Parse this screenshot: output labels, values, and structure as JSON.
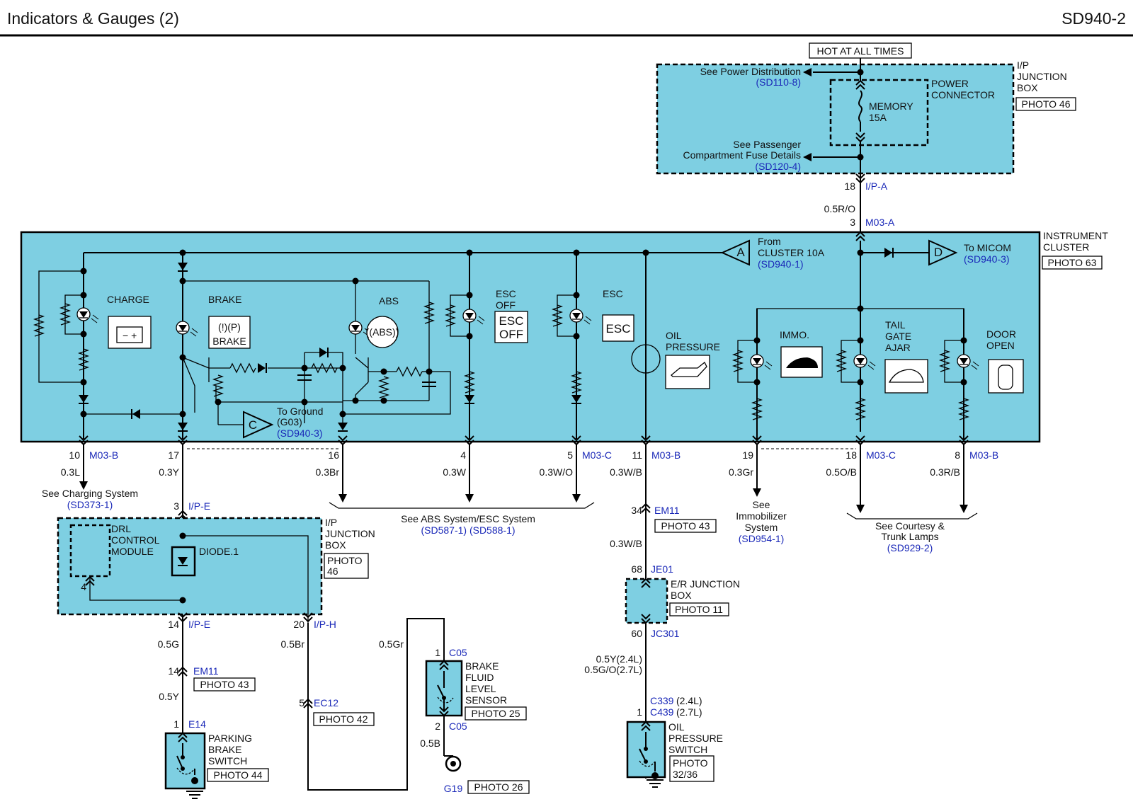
{
  "header": {
    "title": "Indicators & Gauges   (2)",
    "code": "SD940-2"
  },
  "top": {
    "hot": "HOT AT ALL TIMES",
    "ipjb": [
      "I/P",
      "JUNCTION",
      "BOX"
    ],
    "ipjb_photo": "PHOTO 46",
    "power_dist": "See Power Distribution",
    "power_dist_ref": "(SD110-8)",
    "power_conn": [
      "POWER",
      "CONNECTOR"
    ],
    "fuse": [
      "MEMORY",
      "15A"
    ],
    "pass_fuse": [
      "See Passenger",
      "Compartment Fuse Details"
    ],
    "pass_fuse_ref": "(SD120-4)",
    "pin_18": "18",
    "conn_ipa": "I/P-A",
    "wire_05ro": "0.5R/O",
    "pin_3": "3",
    "conn_m03a": "M03-A"
  },
  "cluster": {
    "name": [
      "INSTRUMENT",
      "CLUSTER"
    ],
    "photo": "PHOTO 63",
    "from_a": "A",
    "from_label": [
      "From",
      "CLUSTER 10A"
    ],
    "from_ref": "(SD940-1)",
    "to_d": "D",
    "to_label": "To MICOM",
    "to_ref": "(SD940-3)",
    "to_c": "C",
    "to_ground": [
      "To Ground",
      "(G03)"
    ],
    "to_ground_ref": "(SD940-3)",
    "charge": "CHARGE",
    "brake": "BRAKE",
    "brake_icon_text": "(!)(P)",
    "brake_icon_label": "BRAKE",
    "abs": "ABS",
    "abs_icon_text": "((ABS))",
    "esc_off": [
      "ESC",
      "OFF"
    ],
    "esc_off_icon": [
      "ESC",
      "OFF"
    ],
    "esc": "ESC",
    "esc_icon": "ESC",
    "oil": [
      "OIL",
      "PRESSURE"
    ],
    "immo": "IMMO.",
    "tailgate": [
      "TAIL",
      "GATE",
      "AJAR"
    ],
    "door": [
      "DOOR",
      "OPEN"
    ]
  },
  "pins": [
    {
      "pin": "10",
      "conn": "M03-B",
      "wire": "0.3L"
    },
    {
      "pin": "17",
      "conn": "",
      "wire": "0.3Y"
    },
    {
      "pin": "16",
      "conn": "",
      "wire": "0.3Br"
    },
    {
      "pin": "4",
      "conn": "",
      "wire": "0.3W"
    },
    {
      "pin": "5",
      "conn": "M03-C",
      "wire": "0.3W/O"
    },
    {
      "pin": "11",
      "conn": "M03-B",
      "wire": "0.3W/B"
    },
    {
      "pin": "19",
      "conn": "",
      "wire": "0.3Gr"
    },
    {
      "pin": "18",
      "conn": "M03-C",
      "wire": "0.5O/B"
    },
    {
      "pin": "8",
      "conn": "M03-B",
      "wire": "0.3R/B"
    }
  ],
  "refs": {
    "charging": "See Charging System",
    "charging_ref": "(SD373-1)",
    "abs_esc": "See ABS System/ESC System",
    "abs_esc_ref": "(SD587-1) (SD588-1)",
    "immobilizer": [
      "See",
      "Immobilizer",
      "System"
    ],
    "immobilizer_ref": "(SD954-1)",
    "courtesy": [
      "See Courtesy &",
      "Trunk Lamps"
    ],
    "courtesy_ref": "(SD929-2)"
  },
  "lower_left": {
    "pin3": "3",
    "conn_ipe": "I/P-E",
    "ipjb": [
      "I/P",
      "JUNCTION",
      "BOX"
    ],
    "ipjb_photo": [
      "PHOTO",
      "46"
    ],
    "drl": [
      "DRL",
      "CONTROL",
      "MODULE"
    ],
    "diode": "DIODE.1",
    "pin4": "4",
    "pin14": "14",
    "conn_ipe2": "I/P-E",
    "pin20": "20",
    "conn_iph": "I/P-H",
    "wire_05g": "0.5G",
    "wire_05br": "0.5Br",
    "pin14b": "14",
    "em11": "EM11",
    "photo43": "PHOTO 43",
    "wire_05y": "0.5Y",
    "pin1": "1",
    "e14": "E14",
    "pbs": [
      "PARKING",
      "BRAKE",
      "SWITCH"
    ],
    "pbs_photo": "PHOTO 44",
    "pin5": "5",
    "ec12": "EC12",
    "photo42": "PHOTO 42",
    "wire_05gr": "0.5Gr",
    "pin1c": "1",
    "c05": "C05",
    "bfl": [
      "BRAKE",
      "FLUID",
      "LEVEL",
      "SENSOR"
    ],
    "bfl_photo": "PHOTO 25",
    "pin2c": "2",
    "c05b": "C05",
    "wire_05b": "0.5B",
    "g19": "G19",
    "g19_photo": "PHOTO 26"
  },
  "lower_right": {
    "pin34": "34",
    "em11": "EM11",
    "photo43": "PHOTO 43",
    "wire_03wb": "0.3W/B",
    "pin68": "68",
    "je01": "JE01",
    "erjb": [
      "E/R JUNCTION",
      "BOX"
    ],
    "erjb_photo": "PHOTO 11",
    "pin60": "60",
    "jc301": "JC301",
    "wire_a": "0.5Y(2.4L)",
    "wire_b": "0.5G/O(2.7L)",
    "c339": "C339",
    "c339_note": "(2.4L)",
    "pin1": "1",
    "c439": "C439",
    "c439_note": "(2.7L)",
    "ops": [
      "OIL",
      "PRESSURE",
      "SWITCH"
    ],
    "ops_photo": [
      "PHOTO",
      "32/36"
    ]
  },
  "colors": {
    "module_fill": "#7ecfe2",
    "link_text": "#1a28b8",
    "wire": "#000000"
  }
}
